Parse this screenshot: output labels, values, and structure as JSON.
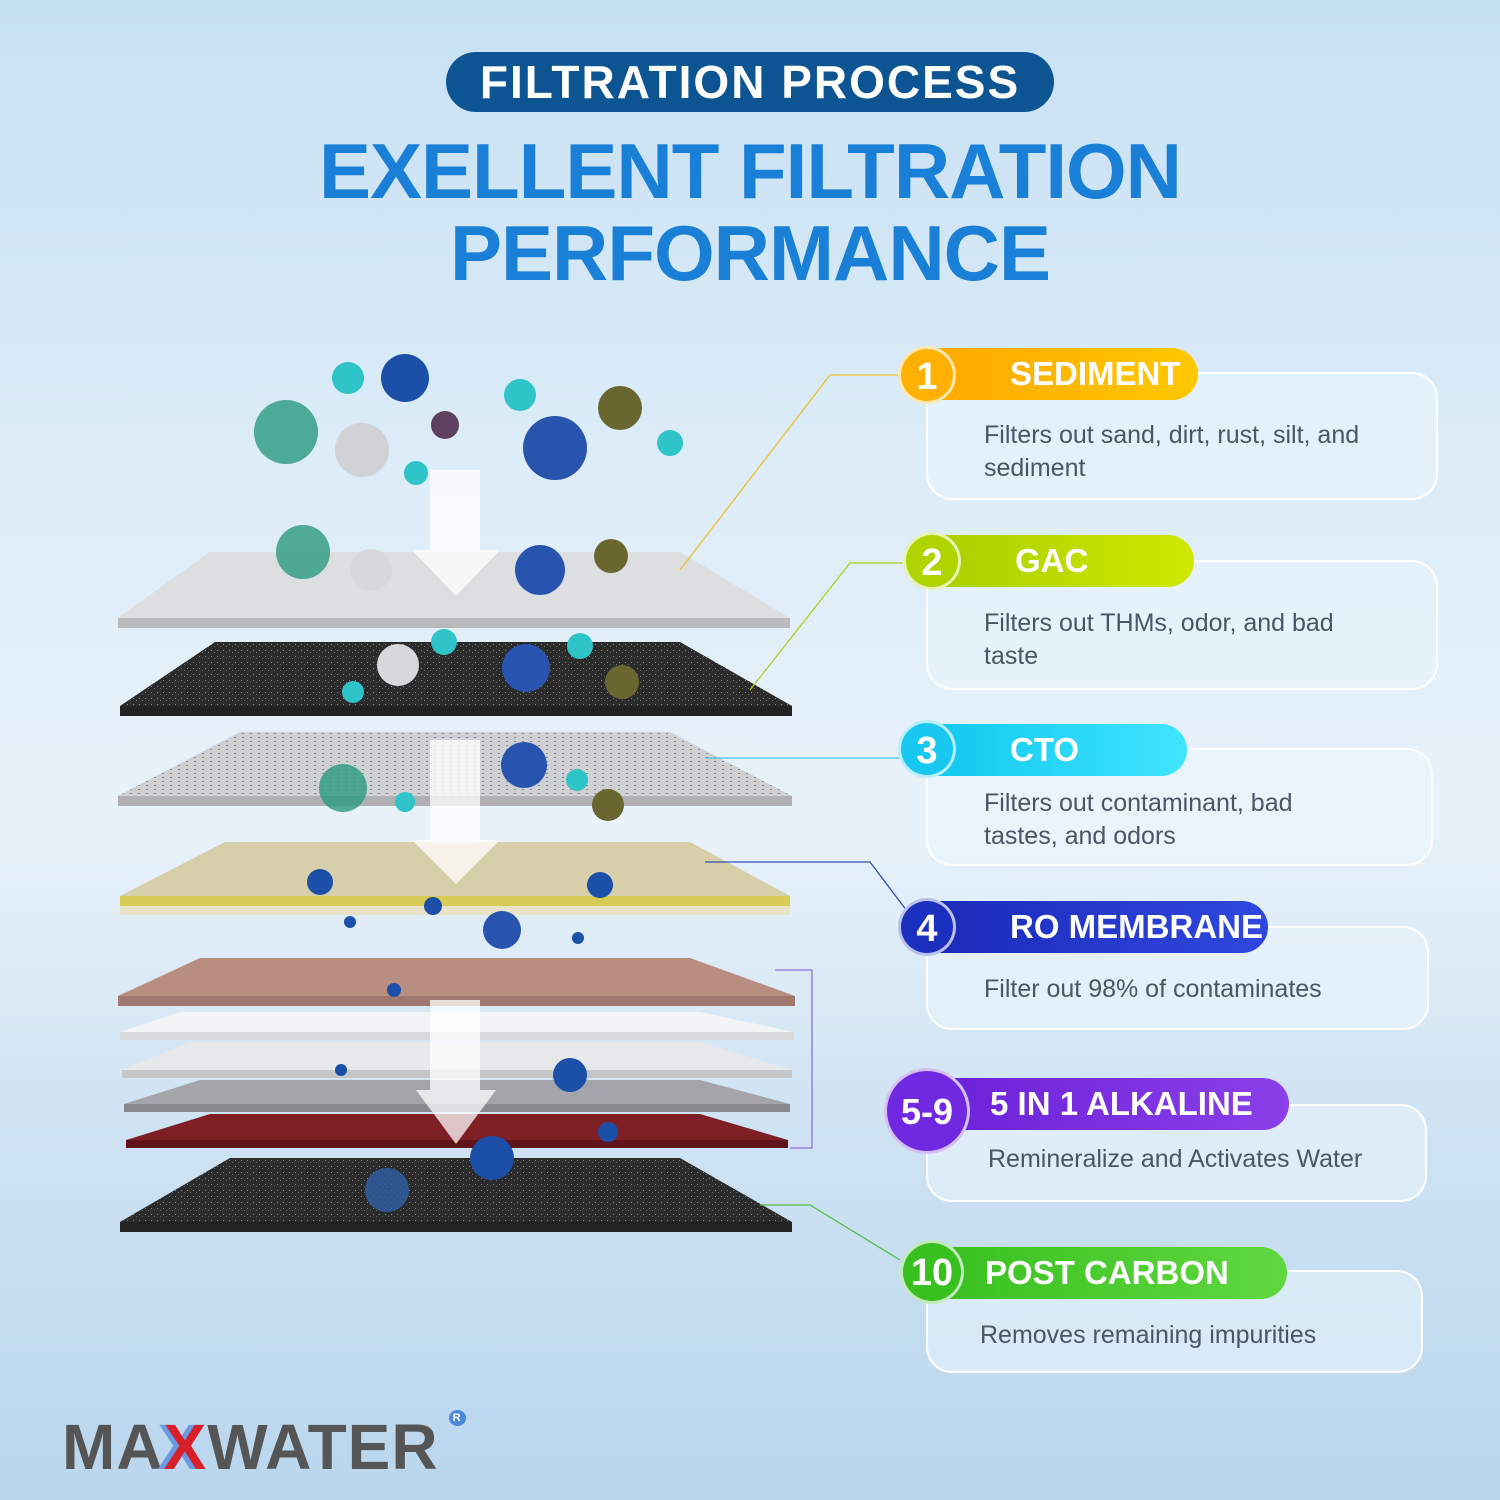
{
  "header": {
    "badge": "FILTRATION PROCESS",
    "title_line1": "EXELLENT FILTRATION",
    "title_line2": "PERFORMANCE"
  },
  "stages": [
    {
      "num": "1",
      "name": "SEDIMENT",
      "desc": "Filters out sand, dirt, rust, silt, and sediment",
      "color": "#ffb400"
    },
    {
      "num": "2",
      "name": "GAC",
      "desc": "Filters out THMs, odor, and bad taste",
      "color": "#b8d800"
    },
    {
      "num": "3",
      "name": "CTO",
      "desc": "Filters out contaminant, bad tastes, and odors",
      "color": "#20d0f0"
    },
    {
      "num": "4",
      "name": "RO MEMBRANE",
      "desc": "Filter out 98% of contaminates",
      "color": "#2436c8"
    },
    {
      "num": "5-9",
      "name": "5 IN 1 ALKALINE",
      "desc": "Remineralize and Activates Water",
      "color": "#7a2ee0"
    },
    {
      "num": "10",
      "name": "POST CARBON",
      "desc": "Removes remaining impurities",
      "color": "#44cc30"
    }
  ],
  "logo": {
    "text_a": "MA",
    "text_x": "X",
    "text_b": "WATER",
    "registered": "R"
  }
}
